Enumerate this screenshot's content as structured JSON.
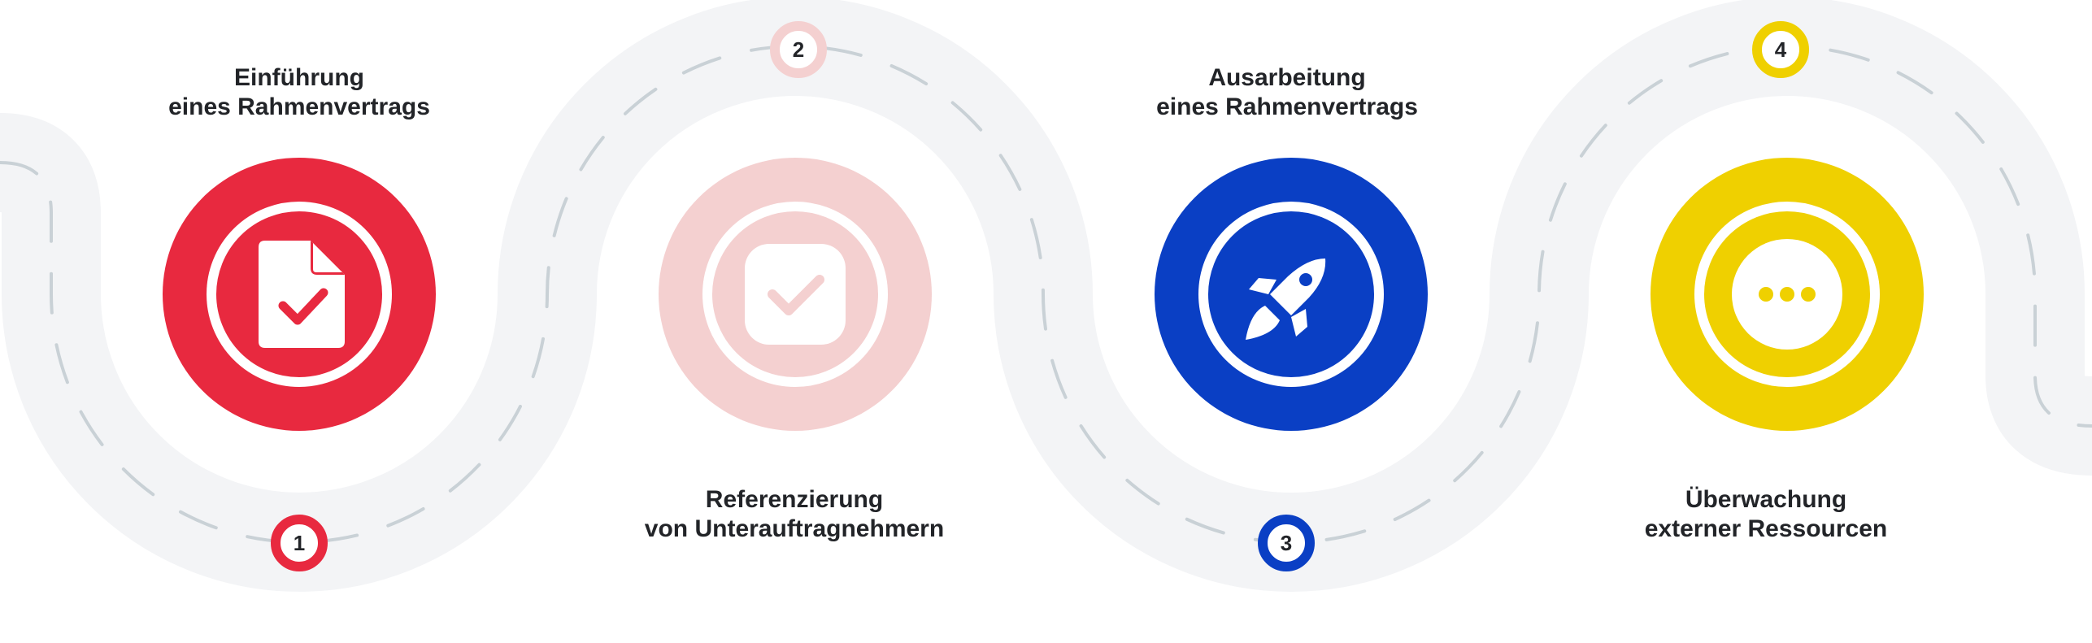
{
  "steps": [
    {
      "number": "1",
      "title_line1": "Einführung",
      "title_line2": "eines Rahmenvertrags",
      "color": "#e8293f",
      "icon": "document-check-icon"
    },
    {
      "number": "2",
      "title_line1": "Referenzierung",
      "title_line2": "von Unterauftragnehmern",
      "color": "#f4d0d0",
      "icon": "checkbox-check-icon"
    },
    {
      "number": "3",
      "title_line1": "Ausarbeitung",
      "title_line2": "eines Rahmenvertrags",
      "color": "#0a3fc4",
      "icon": "rocket-icon"
    },
    {
      "number": "4",
      "title_line1": "Überwachung",
      "title_line2": "externer Ressourcen",
      "color": "#efd000",
      "icon": "more-dots-icon"
    }
  ],
  "road_color": "#f3f4f6",
  "dash_color": "#c9d1d6"
}
